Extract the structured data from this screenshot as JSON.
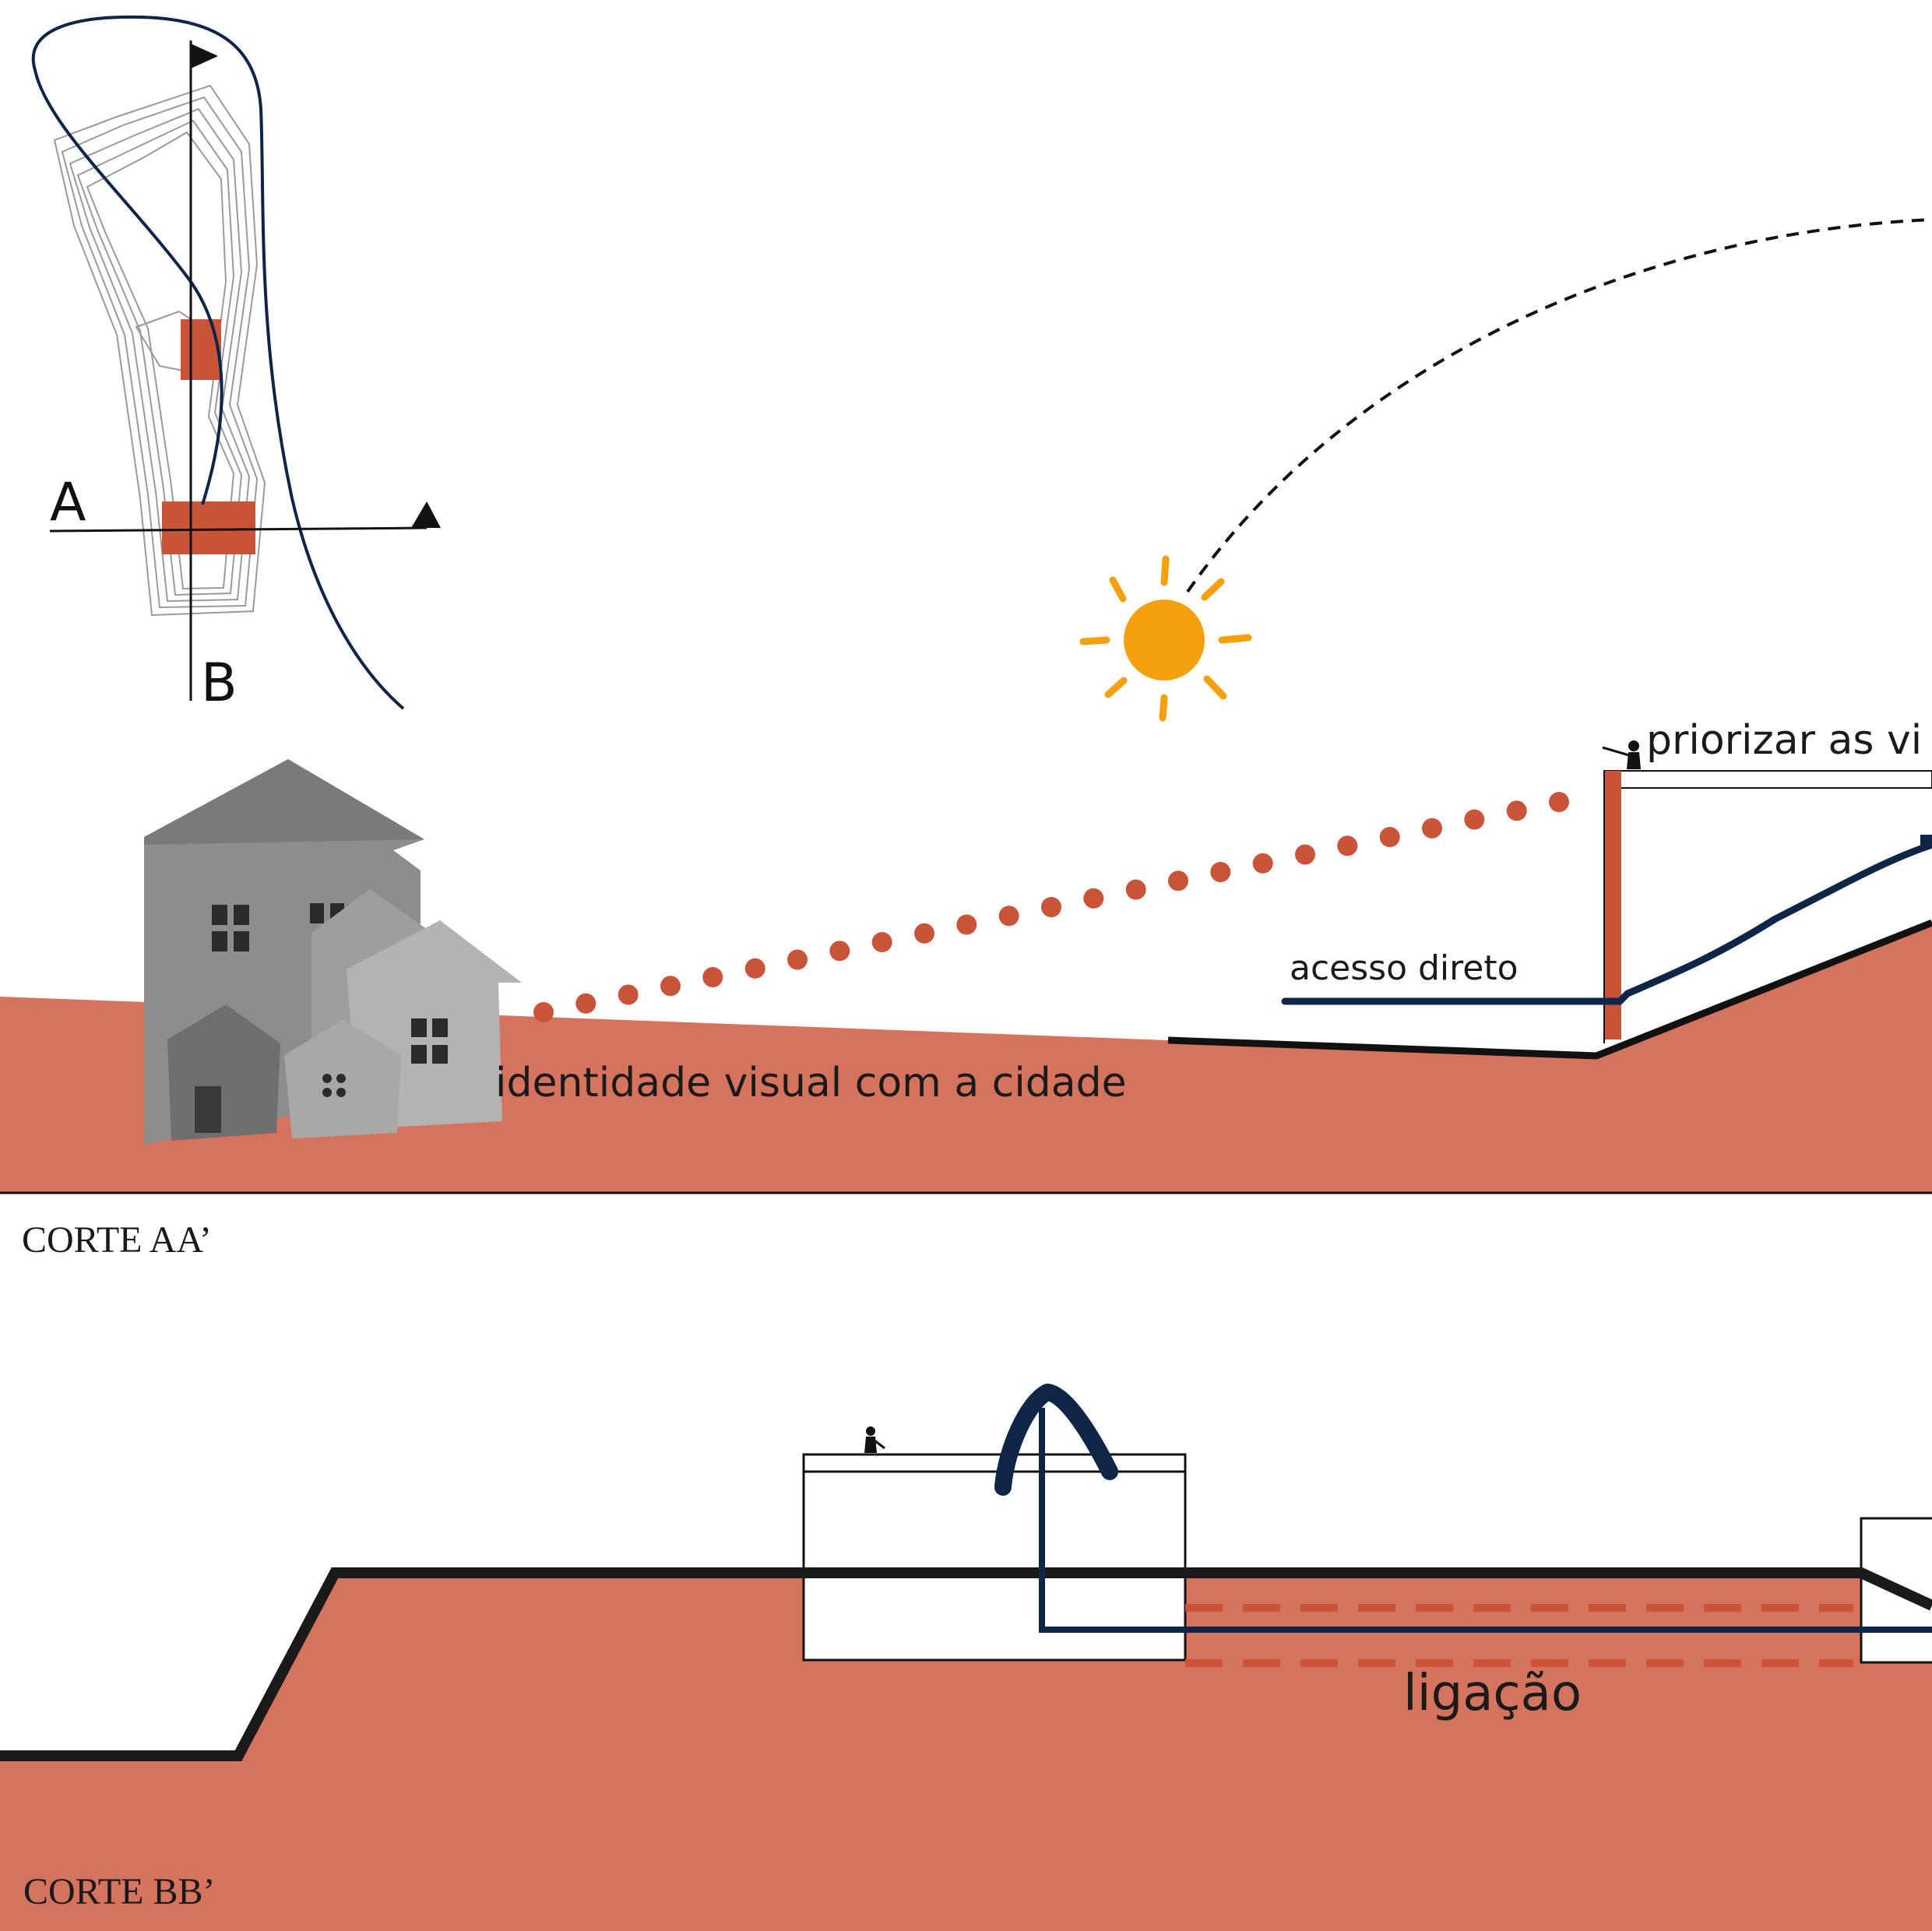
{
  "colors": {
    "terrain": "#d4735e",
    "accent_red": "#c9543a",
    "navy": "#0f2547",
    "ink": "#1a1a1a",
    "sun": "#f5a10f",
    "house_gray": "#8a8a8a"
  },
  "key_plan": {
    "marker_a": "A",
    "marker_b": "B"
  },
  "section_aa": {
    "caption": "CORTE AA’",
    "label_identity": "identidade visual com a cidade",
    "label_access": "acesso direto",
    "label_views": "priorizar as vi",
    "icons": [
      "sun-icon",
      "houses-image",
      "person-icon"
    ]
  },
  "section_bb": {
    "caption": "CORTE BB’",
    "label_link": "ligação",
    "icons": [
      "person-icon",
      "up-arrow-icon"
    ]
  }
}
